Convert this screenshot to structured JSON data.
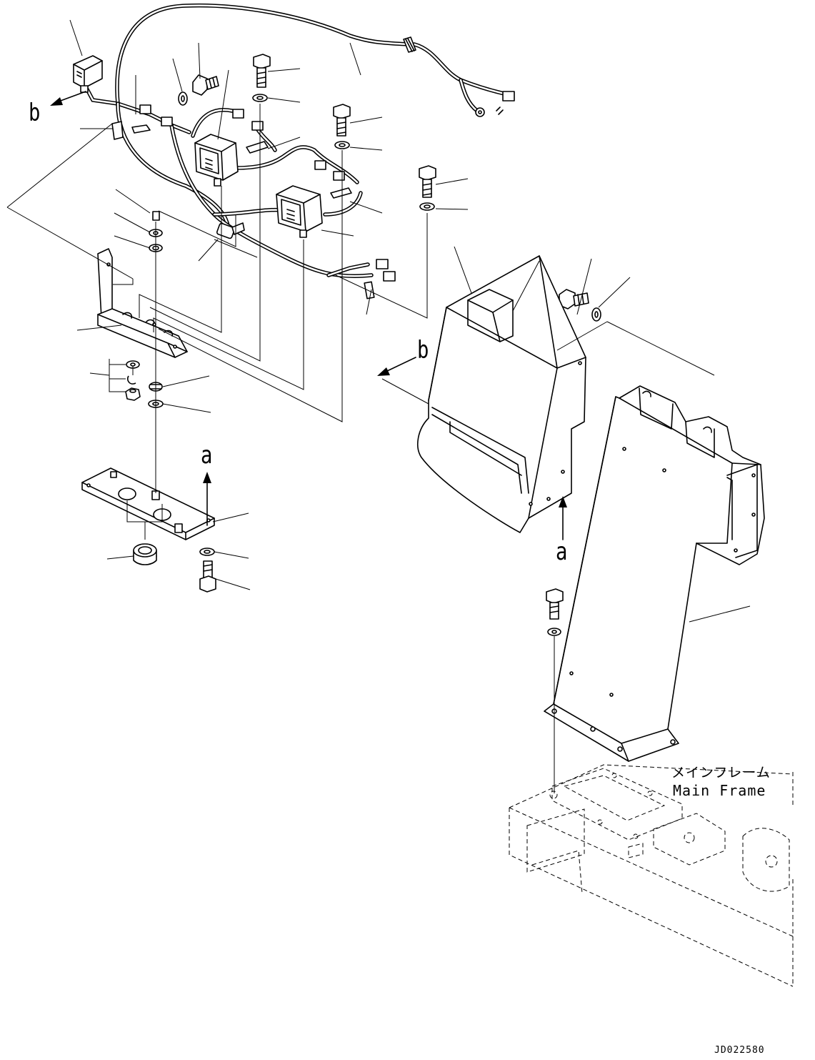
{
  "labels": {
    "view_a": "a",
    "view_b": "b",
    "frame_jp": "メインフレーム",
    "frame_en": "Main Frame",
    "drawing_code": "JD022580"
  }
}
